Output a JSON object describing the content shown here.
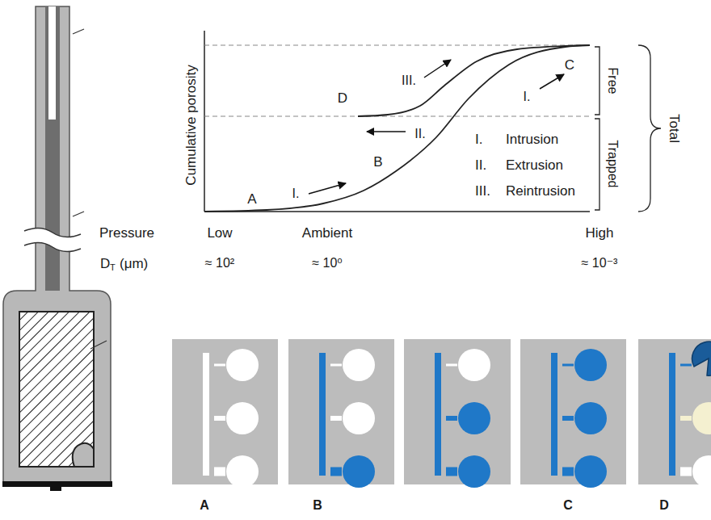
{
  "diagram": {
    "labels": [
      "Cumulative porosity",
      "A",
      "I.",
      "B",
      "II.",
      "D",
      "III.",
      "C",
      "I.",
      "I.",
      "Intrusion",
      "II.",
      "Extrusion",
      "III.",
      "Reintrusion",
      "Free",
      "Trapped",
      "Total",
      "Pressure",
      "Low",
      "Ambient",
      "High",
      "D",
      "T",
      "(μm)",
      "≈ 10²",
      "≈ 10⁰",
      "≈ 10⁻³",
      "A",
      "B",
      "C",
      "D"
    ]
  }
}
